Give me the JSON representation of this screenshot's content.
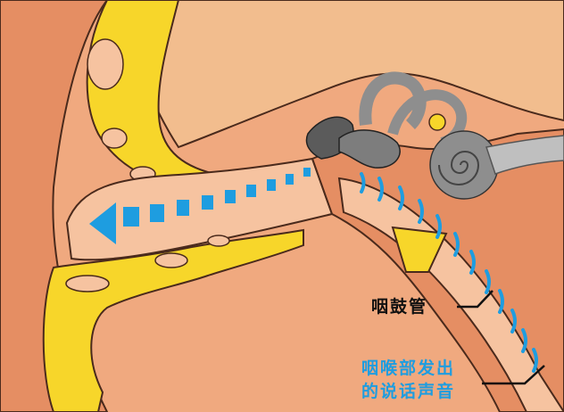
{
  "colors": {
    "skin": "#f0a97f",
    "skin_dark": "#e58e63",
    "skin_light": "#f6c3a0",
    "cartilage": "#f7d62a",
    "bone": "#f2bd8e",
    "ossicle": "#7d7d7d",
    "ossicle_dark": "#5b5b5b",
    "cochlea": "#8e8e8e",
    "sound_arrow": "#1e9de0",
    "outline": "#4a2a1c",
    "label_text": "#111111",
    "label_blue": "#1e9de0"
  },
  "labels": {
    "eustachian_tube": "咽鼓管",
    "throat_sound_line1": "咽喉部发出",
    "throat_sound_line2": "的说话声音"
  },
  "icons": {
    "sound_wave": "dashed-arrow-left",
    "tube_wave": "blue-arc-dashes"
  }
}
